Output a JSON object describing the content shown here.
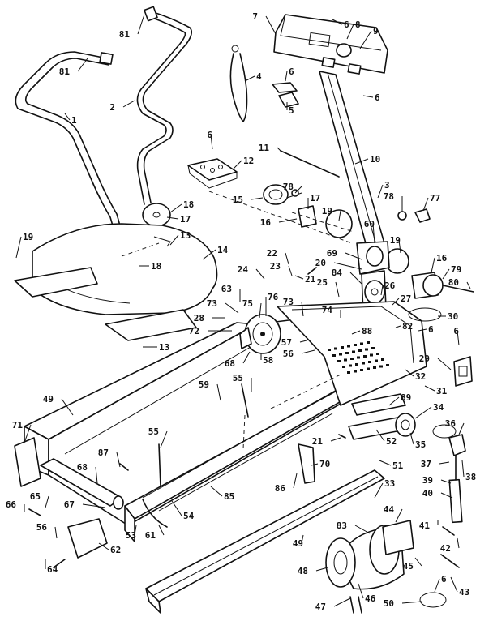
{
  "diagram": {
    "callouts": [
      {
        "id": "c81a",
        "text": "81"
      },
      {
        "id": "c81b",
        "text": "81"
      },
      {
        "id": "c1",
        "text": "1"
      },
      {
        "id": "c2",
        "text": "2"
      },
      {
        "id": "c18a",
        "text": "18"
      },
      {
        "id": "c17a",
        "text": "17"
      },
      {
        "id": "c18b",
        "text": "18"
      },
      {
        "id": "c19a",
        "text": "19"
      },
      {
        "id": "c13a",
        "text": "13"
      },
      {
        "id": "c14",
        "text": "14"
      },
      {
        "id": "c13b",
        "text": "13"
      },
      {
        "id": "c6a",
        "text": "6"
      },
      {
        "id": "c12",
        "text": "12"
      },
      {
        "id": "c4",
        "text": "4"
      },
      {
        "id": "c6b",
        "text": "6"
      },
      {
        "id": "c5",
        "text": "5"
      },
      {
        "id": "c7",
        "text": "7"
      },
      {
        "id": "c6c",
        "text": "6"
      },
      {
        "id": "c8",
        "text": "8"
      },
      {
        "id": "c9",
        "text": "9"
      },
      {
        "id": "c6d",
        "text": "6"
      },
      {
        "id": "c10",
        "text": "10"
      },
      {
        "id": "c11",
        "text": "11"
      },
      {
        "id": "c15",
        "text": "15"
      },
      {
        "id": "c78a",
        "text": "78"
      },
      {
        "id": "c17b",
        "text": "17"
      },
      {
        "id": "c16a",
        "text": "16"
      },
      {
        "id": "c19b",
        "text": "19"
      },
      {
        "id": "c3",
        "text": "3"
      },
      {
        "id": "c78b",
        "text": "78"
      },
      {
        "id": "c77",
        "text": "77"
      },
      {
        "id": "c60",
        "text": "60"
      },
      {
        "id": "c69",
        "text": "69"
      },
      {
        "id": "c19c",
        "text": "19"
      },
      {
        "id": "c20",
        "text": "20"
      },
      {
        "id": "c22",
        "text": "22"
      },
      {
        "id": "c24",
        "text": "24"
      },
      {
        "id": "c23",
        "text": "23"
      },
      {
        "id": "c21a",
        "text": "21"
      },
      {
        "id": "c84",
        "text": "84"
      },
      {
        "id": "c16b",
        "text": "16"
      },
      {
        "id": "c79",
        "text": "79"
      },
      {
        "id": "c80",
        "text": "80"
      },
      {
        "id": "c63",
        "text": "63"
      },
      {
        "id": "c76",
        "text": "76"
      },
      {
        "id": "c73a",
        "text": "73"
      },
      {
        "id": "c75",
        "text": "75"
      },
      {
        "id": "c25",
        "text": "25"
      },
      {
        "id": "c26",
        "text": "26"
      },
      {
        "id": "c27",
        "text": "27"
      },
      {
        "id": "c28",
        "text": "28"
      },
      {
        "id": "c73b",
        "text": "73"
      },
      {
        "id": "c74",
        "text": "74"
      },
      {
        "id": "c30",
        "text": "30"
      },
      {
        "id": "c72",
        "text": "72"
      },
      {
        "id": "c57",
        "text": "57"
      },
      {
        "id": "c88",
        "text": "88"
      },
      {
        "id": "c82",
        "text": "82"
      },
      {
        "id": "c6e",
        "text": "6"
      },
      {
        "id": "c6f",
        "text": "6"
      },
      {
        "id": "c56",
        "text": "56"
      },
      {
        "id": "c68a",
        "text": "68"
      },
      {
        "id": "c58",
        "text": "58"
      },
      {
        "id": "c29",
        "text": "29"
      },
      {
        "id": "c55a",
        "text": "55"
      },
      {
        "id": "c59",
        "text": "59"
      },
      {
        "id": "c32",
        "text": "32"
      },
      {
        "id": "c31",
        "text": "31"
      },
      {
        "id": "c49a",
        "text": "49"
      },
      {
        "id": "c89",
        "text": "89"
      },
      {
        "id": "c34",
        "text": "34"
      },
      {
        "id": "c71",
        "text": "71"
      },
      {
        "id": "c55b",
        "text": "55"
      },
      {
        "id": "c36",
        "text": "36"
      },
      {
        "id": "c87",
        "text": "87"
      },
      {
        "id": "c52",
        "text": "52"
      },
      {
        "id": "c35",
        "text": "35"
      },
      {
        "id": "c21b",
        "text": "21"
      },
      {
        "id": "c68b",
        "text": "68"
      },
      {
        "id": "c70",
        "text": "70"
      },
      {
        "id": "c51",
        "text": "51"
      },
      {
        "id": "c37",
        "text": "37"
      },
      {
        "id": "c38",
        "text": "38"
      },
      {
        "id": "c86",
        "text": "86"
      },
      {
        "id": "c85",
        "text": "85"
      },
      {
        "id": "c39",
        "text": "39"
      },
      {
        "id": "c40",
        "text": "40"
      },
      {
        "id": "c66",
        "text": "66"
      },
      {
        "id": "c65",
        "text": "65"
      },
      {
        "id": "c67",
        "text": "67"
      },
      {
        "id": "c54",
        "text": "54"
      },
      {
        "id": "c33",
        "text": "33"
      },
      {
        "id": "c44",
        "text": "44"
      },
      {
        "id": "c41",
        "text": "41"
      },
      {
        "id": "c56b",
        "text": "56"
      },
      {
        "id": "c53",
        "text": "53"
      },
      {
        "id": "c61",
        "text": "61"
      },
      {
        "id": "c49b",
        "text": "49"
      },
      {
        "id": "c83",
        "text": "83"
      },
      {
        "id": "c42",
        "text": "42"
      },
      {
        "id": "c62",
        "text": "62"
      },
      {
        "id": "c64",
        "text": "64"
      },
      {
        "id": "c45",
        "text": "45"
      },
      {
        "id": "c48",
        "text": "48"
      },
      {
        "id": "c43",
        "text": "43"
      },
      {
        "id": "c6g",
        "text": "6"
      },
      {
        "id": "c47",
        "text": "47"
      },
      {
        "id": "c46",
        "text": "46"
      },
      {
        "id": "c50",
        "text": "50"
      }
    ]
  }
}
